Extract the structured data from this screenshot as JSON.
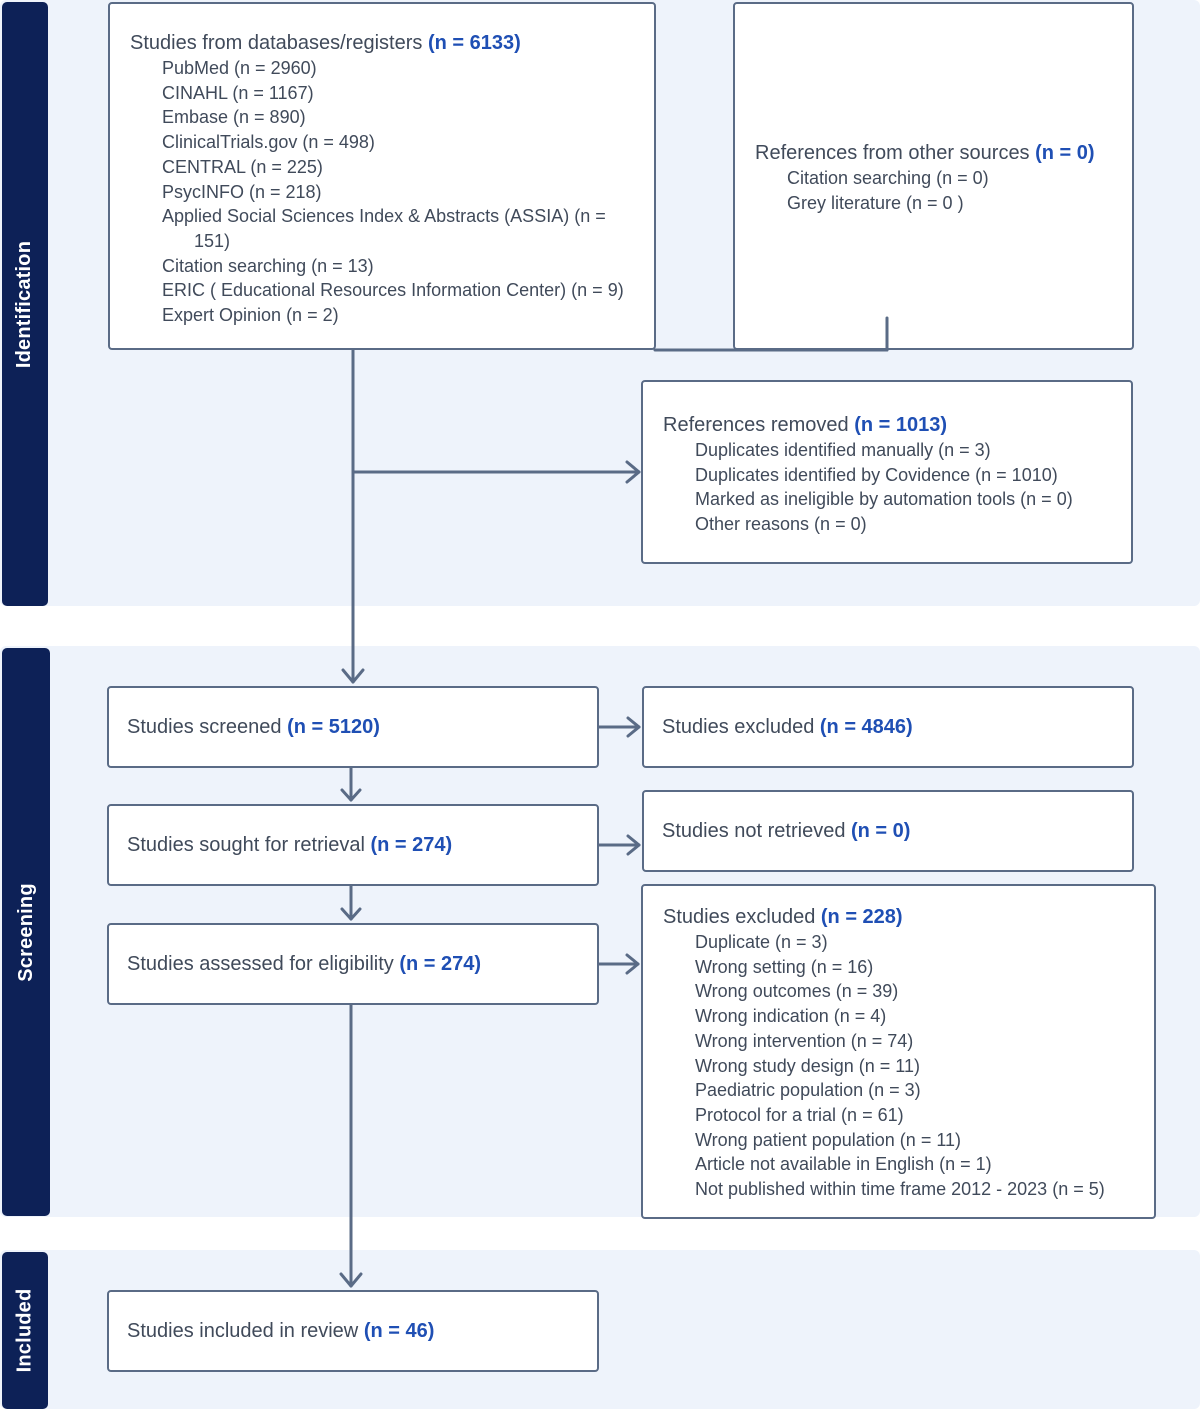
{
  "phases": {
    "identification": "Identification",
    "screening": "Screening",
    "included": "Included"
  },
  "databases": {
    "label": "Studies from databases/registers",
    "count": "(n = 6133)",
    "items": [
      "PubMed (n = 2960)",
      "CINAHL (n = 1167)",
      "Embase (n = 890)",
      "ClinicalTrials.gov (n = 498)",
      "CENTRAL (n = 225)",
      "PsycINFO (n = 218)",
      "Applied Social Sciences Index & Abstracts (ASSIA) (n = 151)",
      "Citation searching (n = 13)",
      "ERIC ( Educational Resources Information Center) (n = 9)",
      "Expert Opinion (n = 2)"
    ]
  },
  "other_sources": {
    "label": "References from other sources",
    "count": "(n = 0)",
    "items": [
      "Citation searching (n = 0)",
      "Grey literature (n = 0 )"
    ]
  },
  "removed": {
    "label": "References removed",
    "count": "(n = 1013)",
    "items": [
      "Duplicates identified manually (n = 3)",
      "Duplicates identified by Covidence (n = 1010)",
      "Marked as ineligible by automation tools (n = 0)",
      "Other reasons (n = 0)"
    ]
  },
  "screened": {
    "label": "Studies screened",
    "count": "(n = 5120)"
  },
  "excluded_screen": {
    "label": "Studies excluded",
    "count": "(n = 4846)"
  },
  "sought": {
    "label": "Studies sought for retrieval",
    "count": "(n = 274)"
  },
  "not_retrieved": {
    "label": "Studies not retrieved",
    "count": "(n = 0)"
  },
  "assessed": {
    "label": "Studies assessed for eligibility",
    "count": "(n = 274)"
  },
  "excluded_full": {
    "label": "Studies excluded",
    "count": "(n = 228)",
    "items": [
      "Duplicate (n = 3)",
      "Wrong setting (n = 16)",
      "Wrong outcomes (n = 39)",
      "Wrong indication (n = 4)",
      "Wrong intervention (n = 74)",
      "Wrong study design (n = 11)",
      "Paediatric population (n = 3)",
      "Protocol for a trial (n = 61)",
      "Wrong patient population (n = 11)",
      "Article not available in English (n = 1)",
      "Not published within time frame 2012 - 2023 (n = 5)"
    ]
  },
  "included": {
    "label": "Studies included in review",
    "count": "(n = 46)"
  },
  "colors": {
    "band": "#eef3fb",
    "tab": "#0d2157",
    "border": "#5a6b86",
    "count": "#1f4fb4"
  }
}
